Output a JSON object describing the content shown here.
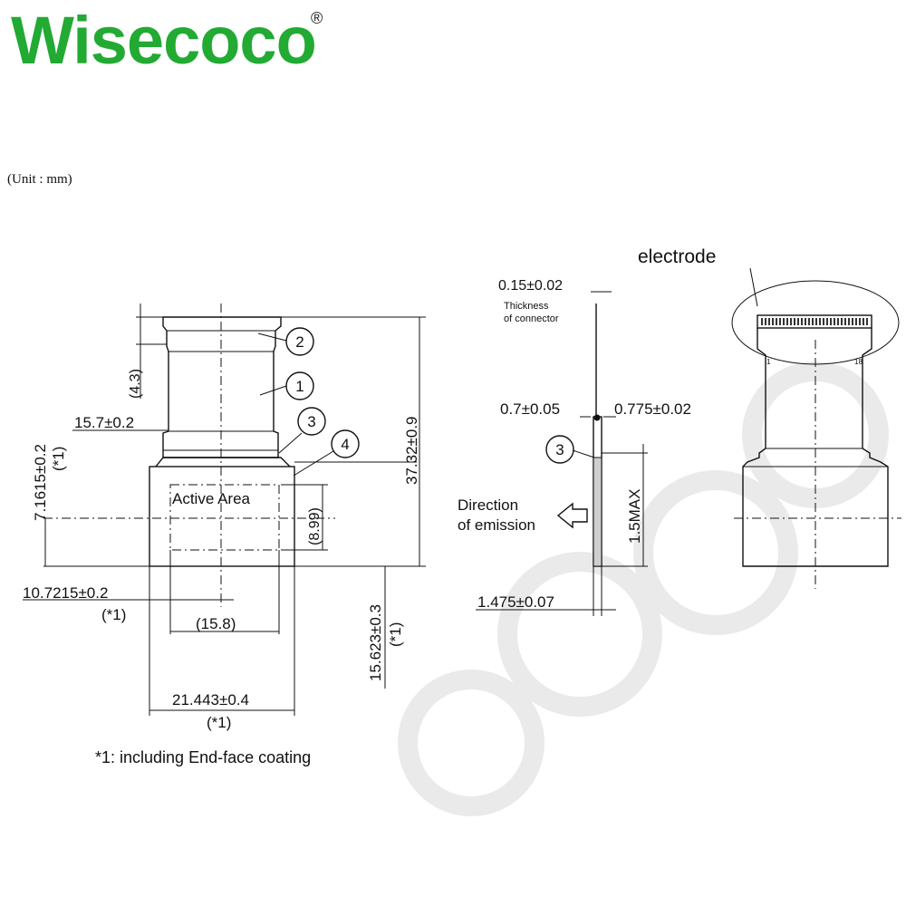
{
  "brand": {
    "name": "Wisecoco",
    "mark": "®",
    "color": "#22aa33"
  },
  "unit_note": "(Unit : mm)",
  "front_view": {
    "callouts": [
      "2",
      "1",
      "3",
      "4"
    ],
    "active_area": "Active Area",
    "dims": {
      "top_height": "(4.3)",
      "width_top": "15.7±0.2",
      "left_offset": "7.1615±0.2",
      "left_offset_note": "(*1)",
      "total_height": "37.32±0.9",
      "aa_height": "(8.99)",
      "left_center": "10.7215±0.2",
      "left_center_note": "(*1)",
      "aa_width": "(15.8)",
      "bottom_height": "15.623±0.3",
      "bottom_height_note": "(*1)",
      "total_width": "21.443±0.4",
      "total_width_note": "(*1)"
    },
    "footnote": "*1: including End-face coating"
  },
  "side_view": {
    "connector_thickness": "0.15±0.02",
    "connector_note_1": "Thickness",
    "connector_note_2": "of connector",
    "left_thick": "0.7±0.05",
    "right_thick": "0.775±0.02",
    "callout": "3",
    "max_height": "1.5MAX",
    "emission_1": "Direction",
    "emission_2": "of emission",
    "total_thick": "1.475±0.07"
  },
  "perspective_view": {
    "electrode_label": "electrode",
    "pin_first": "1",
    "pin_last": "18"
  }
}
